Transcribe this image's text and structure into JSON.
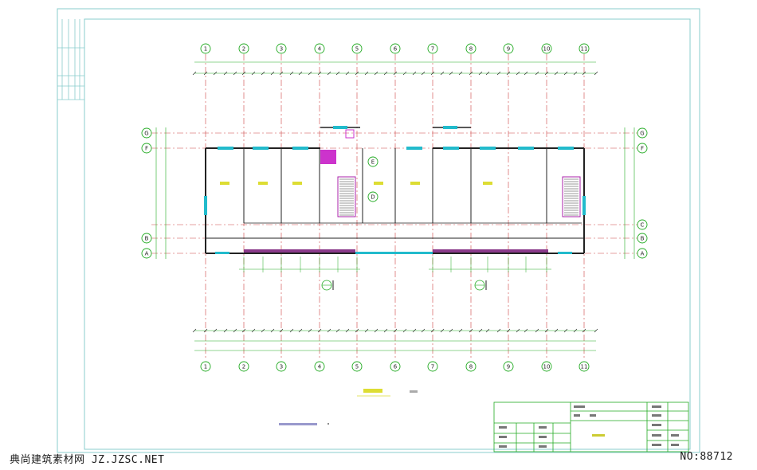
{
  "drawing": {
    "axes_top": [
      "1",
      "2",
      "3",
      "4",
      "5",
      "6",
      "7",
      "8",
      "9",
      "10",
      "11"
    ],
    "axes_side": [
      "G",
      "F",
      "E",
      "D",
      "C",
      "B",
      "A"
    ],
    "plan_title": "",
    "colors": {
      "frame": "#88cccc",
      "grid_line": "#cc4444",
      "dim_line": "#22aa22",
      "wall": "#222222",
      "window": "#22bbcc",
      "stair": "#aa22aa",
      "room_label": "#dddd33",
      "axis_bubble": "#22aa22"
    }
  },
  "watermark": {
    "left": "典尚建筑素材网 JZ.JZSC.NET",
    "right": "NO:88712"
  }
}
